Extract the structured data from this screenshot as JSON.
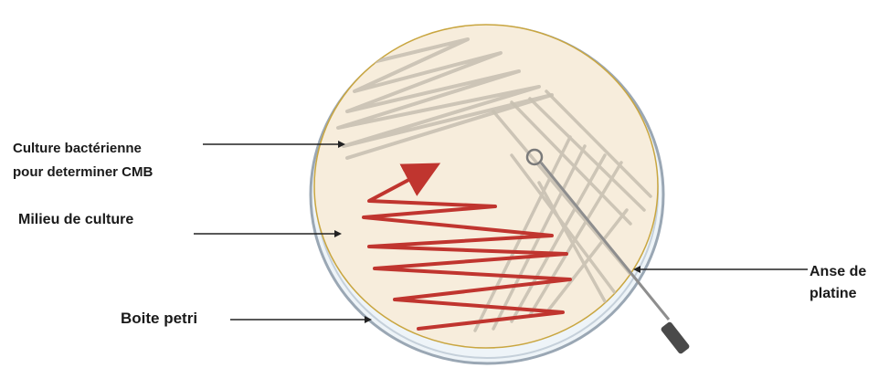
{
  "labels": {
    "culture_line1": "Culture bactérienne",
    "culture_line2": "pour determiner CMB",
    "milieu": "Milieu de culture",
    "boite": "Boite petri",
    "anse_line1": "Anse de",
    "anse_line2": "platine"
  },
  "colors": {
    "petri_rim": "#9aa7b4",
    "petri_fill": "#eef4f8",
    "medium_fill": "#f7eddc",
    "medium_edge": "#c9a640",
    "streak_gray": "#c8c0b2",
    "streak_red": "#c0352f",
    "loop_handle": "#4a4a4a",
    "pointer": "#222222"
  }
}
